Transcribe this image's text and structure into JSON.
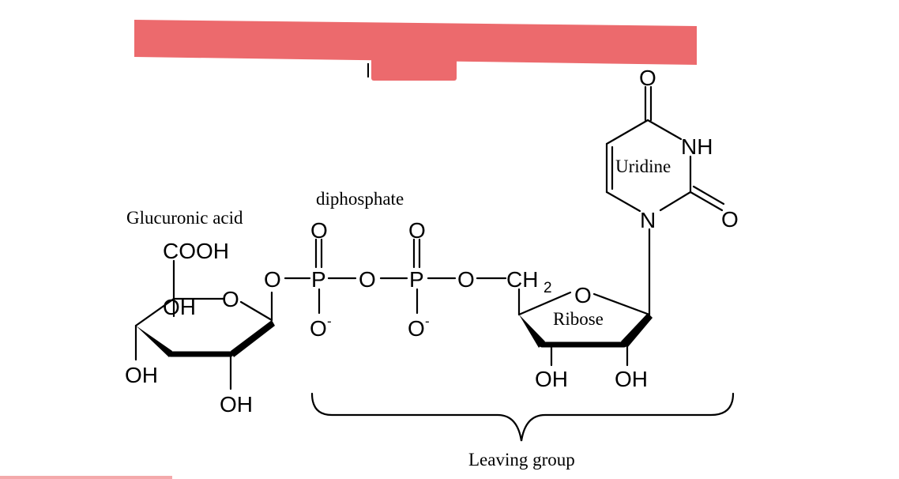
{
  "colors": {
    "banner": "#ec6a6d",
    "ink": "#000000",
    "bottom_strip": "#f4a9ab"
  },
  "labels": {
    "glucuronic_acid": "Glucuronic acid",
    "diphosphate": "diphosphate",
    "uridine": "Uridine",
    "ribose": "Ribose",
    "leaving_group": "Leaving group"
  },
  "atoms": {
    "cooh": "COOH",
    "oh": "OH",
    "o": "O",
    "p": "P",
    "o_minus": "O",
    "minus": "-",
    "ch": "CH",
    "sub_2": "2",
    "n": "N",
    "nh": "NH"
  }
}
